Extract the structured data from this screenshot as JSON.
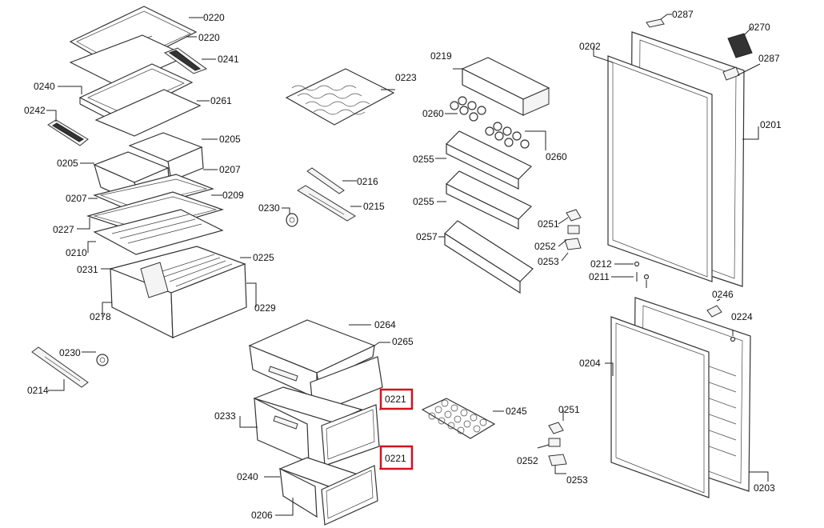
{
  "callouts": [
    {
      "id": "c-0220a",
      "text": "0220"
    },
    {
      "id": "c-0220b",
      "text": "0220"
    },
    {
      "id": "c-0241",
      "text": "0241"
    },
    {
      "id": "c-0240a",
      "text": "0240"
    },
    {
      "id": "c-0261",
      "text": "0261"
    },
    {
      "id": "c-0242",
      "text": "0242"
    },
    {
      "id": "c-0205a",
      "text": "0205"
    },
    {
      "id": "c-0205b",
      "text": "0205"
    },
    {
      "id": "c-0207a",
      "text": "0207"
    },
    {
      "id": "c-0207b",
      "text": "0207"
    },
    {
      "id": "c-0209",
      "text": "0209"
    },
    {
      "id": "c-0227",
      "text": "0227"
    },
    {
      "id": "c-0210",
      "text": "0210"
    },
    {
      "id": "c-0231",
      "text": "0231"
    },
    {
      "id": "c-0225",
      "text": "0225"
    },
    {
      "id": "c-0229",
      "text": "0229"
    },
    {
      "id": "c-0278",
      "text": "0278"
    },
    {
      "id": "c-0230a",
      "text": "0230"
    },
    {
      "id": "c-0214",
      "text": "0214"
    },
    {
      "id": "c-0223",
      "text": "0223"
    },
    {
      "id": "c-0216",
      "text": "0216"
    },
    {
      "id": "c-0230b",
      "text": "0230"
    },
    {
      "id": "c-0215",
      "text": "0215"
    },
    {
      "id": "c-0219",
      "text": "0219"
    },
    {
      "id": "c-0260a",
      "text": "0260"
    },
    {
      "id": "c-0260b",
      "text": "0260"
    },
    {
      "id": "c-0255a",
      "text": "0255"
    },
    {
      "id": "c-0255b",
      "text": "0255"
    },
    {
      "id": "c-0257",
      "text": "0257"
    },
    {
      "id": "c-0251a",
      "text": "0251"
    },
    {
      "id": "c-0252a",
      "text": "0252"
    },
    {
      "id": "c-0253a",
      "text": "0253"
    },
    {
      "id": "c-0287a",
      "text": "0287"
    },
    {
      "id": "c-0270",
      "text": "0270"
    },
    {
      "id": "c-0202",
      "text": "0202"
    },
    {
      "id": "c-0287b",
      "text": "0287"
    },
    {
      "id": "c-0201",
      "text": "0201"
    },
    {
      "id": "c-0212",
      "text": "0212"
    },
    {
      "id": "c-0211",
      "text": "0211"
    },
    {
      "id": "c-0246",
      "text": "0246"
    },
    {
      "id": "c-0224",
      "text": "0224"
    },
    {
      "id": "c-0204",
      "text": "0204"
    },
    {
      "id": "c-0203",
      "text": "0203"
    },
    {
      "id": "c-0264",
      "text": "0264"
    },
    {
      "id": "c-0265",
      "text": "0265"
    },
    {
      "id": "c-0221a",
      "text": "0221"
    },
    {
      "id": "c-0233",
      "text": "0233"
    },
    {
      "id": "c-0221b",
      "text": "0221"
    },
    {
      "id": "c-0240b",
      "text": "0240"
    },
    {
      "id": "c-0206",
      "text": "0206"
    },
    {
      "id": "c-0245",
      "text": "0245"
    },
    {
      "id": "c-0251b",
      "text": "0251"
    },
    {
      "id": "c-0252b",
      "text": "0252"
    },
    {
      "id": "c-0253b",
      "text": "0253"
    }
  ],
  "highlight_color": "#d4121e"
}
